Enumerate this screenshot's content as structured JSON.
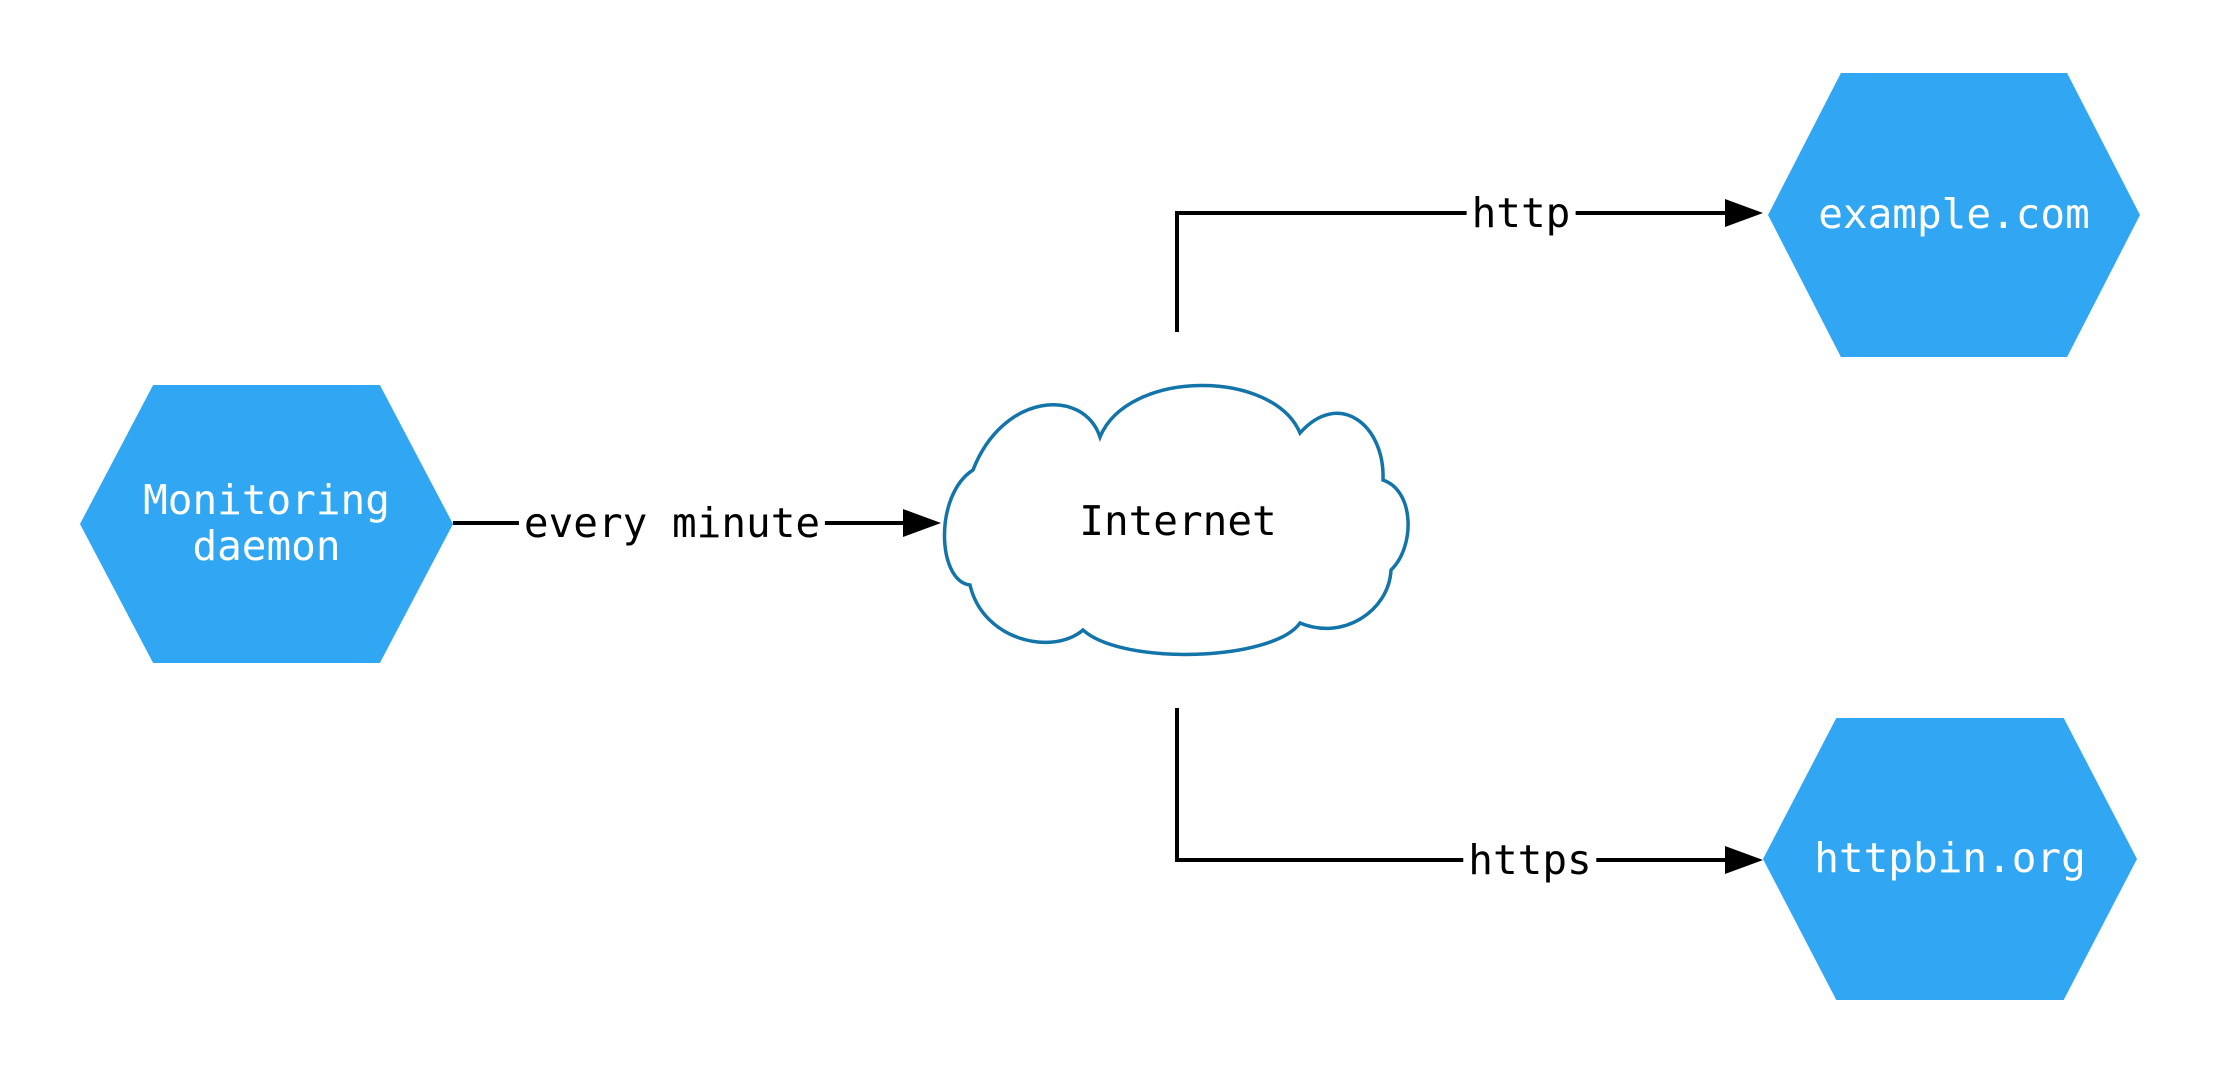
{
  "diagram_type": "network-diagram",
  "colors": {
    "node_fill": "#31A7F4",
    "node_text": "#FFFFFF",
    "cloud_stroke": "#1374A9",
    "cloud_fill": "#FFFFFF",
    "line_color": "#000000",
    "edge_text": "#000000",
    "background": "#FFFFFF"
  },
  "nodes": {
    "daemon": {
      "shape": "hexagon",
      "lines": [
        "Monitoring",
        "daemon"
      ]
    },
    "internet": {
      "shape": "cloud",
      "label": "Internet"
    },
    "example": {
      "shape": "hexagon",
      "label": "example.com"
    },
    "httpbin": {
      "shape": "hexagon",
      "label": "httpbin.org"
    }
  },
  "edges": [
    {
      "from": "Monitoring daemon",
      "to": "Internet",
      "label": "every minute"
    },
    {
      "from": "Internet",
      "to": "example.com",
      "label": "http"
    },
    {
      "from": "Internet",
      "to": "httpbin.org",
      "label": "https"
    }
  ]
}
